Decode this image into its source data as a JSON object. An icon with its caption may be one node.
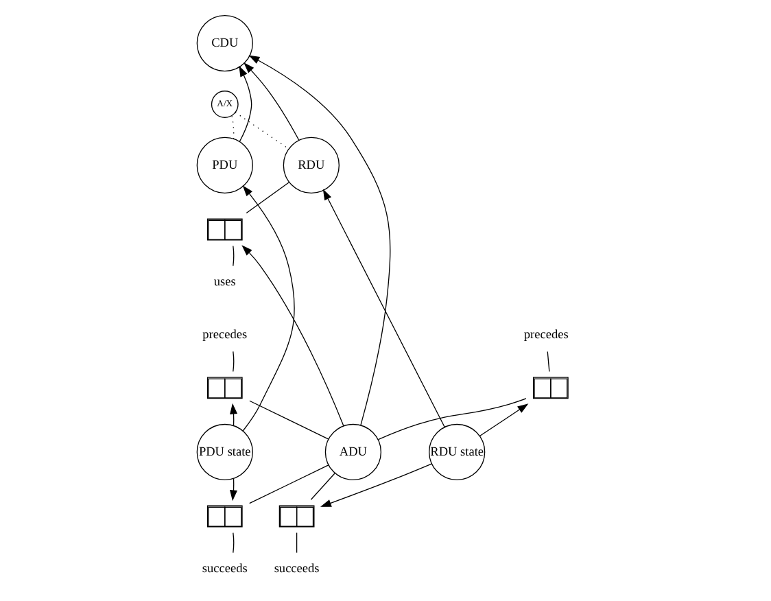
{
  "diagram": {
    "nodes": [
      {
        "text": [
          "CDU"
        ]
      },
      {
        "text": [
          "A/X"
        ]
      },
      {
        "text": [
          "PDU"
        ]
      },
      {
        "text": [
          "RDU"
        ]
      },
      {
        "text": [],
        "shape": "box"
      },
      {
        "text": [
          "uses"
        ]
      },
      {
        "text": [
          "precedes"
        ]
      },
      {
        "text": [
          "precedes"
        ]
      },
      {
        "text": [],
        "shape": "box"
      },
      {
        "text": [],
        "shape": "box"
      },
      {
        "text": [
          "PDU state"
        ]
      },
      {
        "text": [
          "ADU"
        ]
      },
      {
        "text": [
          "RDU state"
        ]
      },
      {
        "text": [],
        "shape": "box"
      },
      {
        "text": [],
        "shape": "box"
      },
      {
        "text": [
          "succeeds"
        ]
      },
      {
        "text": [
          "succeeds"
        ]
      }
    ],
    "edges": [
      {
        "from": 2,
        "to": 0,
        "arrow": "to"
      },
      {
        "from": 11,
        "to": 0,
        "arrow": "to"
      },
      {
        "from": 3,
        "to": 0,
        "arrow": "to"
      },
      {
        "from": 2,
        "to": 1,
        "arrow": "none",
        "style": "dashed"
      },
      {
        "from": 1,
        "to": 3,
        "arrow": "none",
        "style": "dashed"
      },
      {
        "from": 10,
        "to": 2,
        "arrow": "to"
      },
      {
        "from": 12,
        "to": 3,
        "arrow": "to"
      },
      {
        "from": 11,
        "to": 4,
        "arrow": "to"
      },
      {
        "from": 4,
        "to": 3,
        "arrow": "none"
      },
      {
        "from": 5,
        "to": 4,
        "arrow": "none"
      },
      {
        "from": 10,
        "to": 8,
        "arrow": "to"
      },
      {
        "from": 8,
        "to": 11,
        "arrow": "none"
      },
      {
        "from": 6,
        "to": 8,
        "arrow": "none"
      },
      {
        "from": 11,
        "to": 9,
        "arrow": "none"
      },
      {
        "from": 12,
        "to": 9,
        "arrow": "to"
      },
      {
        "from": 7,
        "to": 9,
        "arrow": "none"
      },
      {
        "from": 10,
        "to": 13,
        "arrow": "to"
      },
      {
        "from": 13,
        "to": 11,
        "arrow": "none"
      },
      {
        "from": 15,
        "to": 13,
        "arrow": "none"
      },
      {
        "from": 11,
        "to": 14,
        "arrow": "none"
      },
      {
        "from": 12,
        "to": 14,
        "arrow": "to"
      },
      {
        "from": 16,
        "to": 14,
        "arrow": "none"
      }
    ]
  }
}
